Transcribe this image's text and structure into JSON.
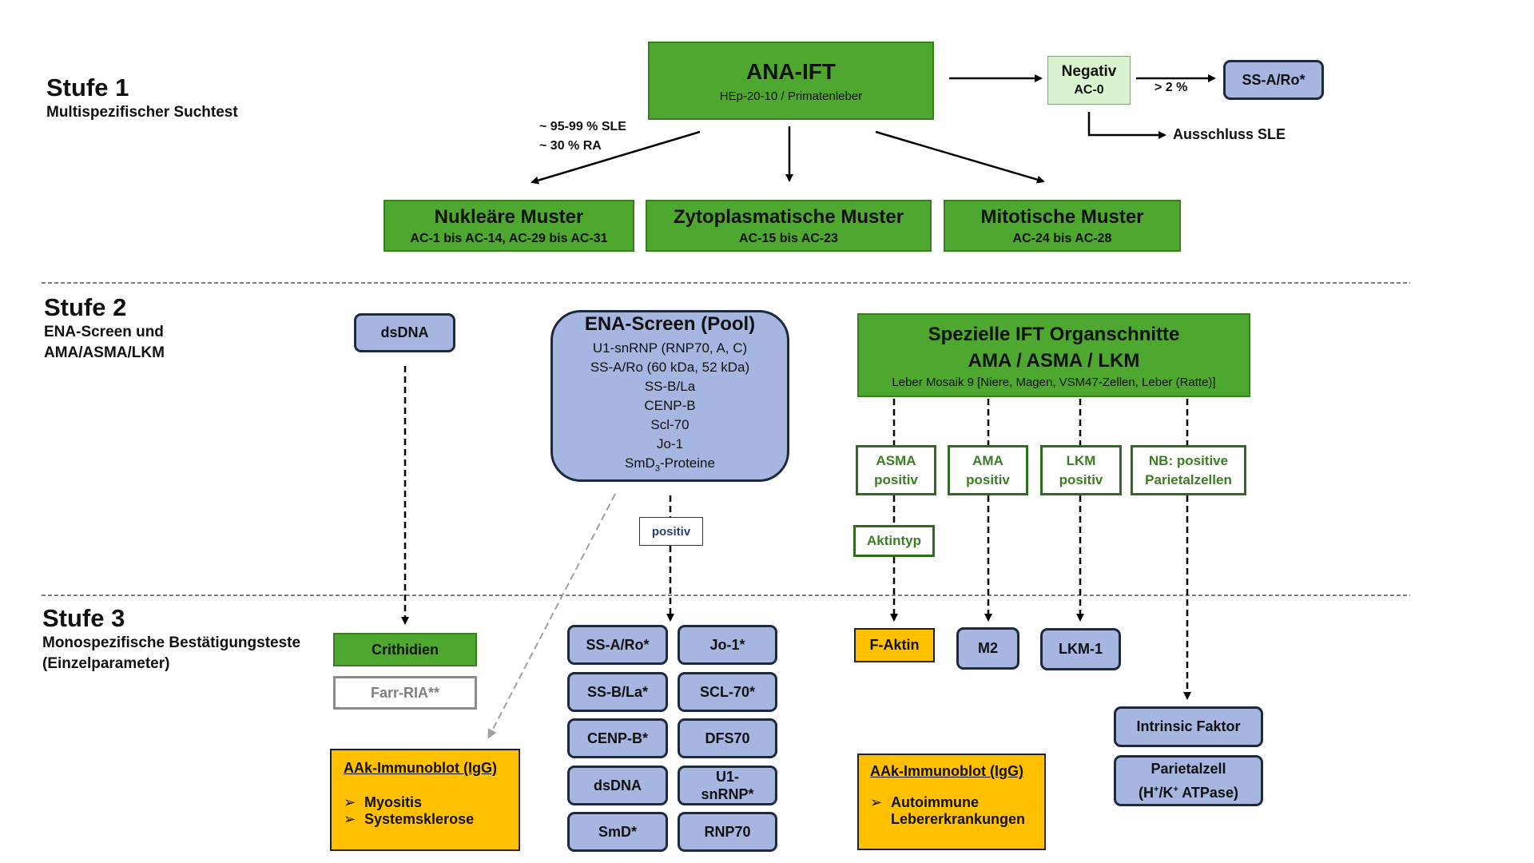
{
  "stufe1": {
    "title": "Stufe 1",
    "subtitle": "Multispezifischer Suchtest"
  },
  "stufe2": {
    "title": "Stufe 2",
    "subtitle_line1": "ENA-Screen und",
    "subtitle_line2": "AMA/ASMA/LKM"
  },
  "stufe3": {
    "title": "Stufe 3",
    "subtitle_line1": "Monospezifische Bestätigungsteste",
    "subtitle_line2": "(Einzelparameter)"
  },
  "ana": {
    "title": "ANA-IFT",
    "subtitle": "HEp-20-10 / Primatenleber"
  },
  "negativ": {
    "title": "Negativ",
    "code": "AC-0"
  },
  "threshold_label": "> 2 %",
  "ssa_top": "SS-A/Ro*",
  "ausschluss": "Ausschluss SLE",
  "prevalence": {
    "line1": "~ 95-99 % SLE",
    "line2": "~ 30 % RA"
  },
  "muster": [
    {
      "title": "Nukleäre Muster",
      "codes": "AC-1 bis AC-14, AC-29 bis AC-31"
    },
    {
      "title": "Zytoplasmatische Muster",
      "codes": "AC-15 bis AC-23"
    },
    {
      "title": "Mitotische Muster",
      "codes": "AC-24 bis AC-28"
    }
  ],
  "dsdna_s2": "dsDNA",
  "ena": {
    "title": "ENA-Screen (Pool)",
    "items": [
      "U1-snRNP (RNP70, A, C)",
      "SS-A/Ro (60 kDa, 52 kDa)",
      "SS-B/La",
      "CENP-B",
      "Scl-70",
      "Jo-1"
    ],
    "last_prefix": "SmD",
    "last_sub": "3",
    "last_suffix": "-Proteine"
  },
  "positiv_label": "positiv",
  "spezielle": {
    "line1": "Spezielle IFT Organschnitte",
    "line2": "AMA / ASMA / LKM",
    "sub": "Leber Mosaik 9 [Niere, Magen, VSM47-Zellen, Leber (Ratte)]"
  },
  "positives": [
    {
      "l1": "ASMA",
      "l2": "positiv"
    },
    {
      "l1": "AMA",
      "l2": "positiv"
    },
    {
      "l1": "LKM",
      "l2": "positiv"
    },
    {
      "l1": "NB: positive",
      "l2": "Parietalzellen"
    }
  ],
  "aktintyp": "Aktintyp",
  "crithidien": "Crithidien",
  "farr": "Farr-RIA**",
  "grid": [
    [
      "SS-A/Ro*",
      "Jo-1*"
    ],
    [
      "SS-B/La*",
      "SCL-70*"
    ],
    [
      "CENP-B*",
      "DFS70"
    ],
    [
      "dsDNA",
      "U1-snRNP*"
    ],
    [
      "SmD*",
      "RNP70"
    ]
  ],
  "u1_split": {
    "l1": "U1-",
    "l2": "snRNP*"
  },
  "aak1": {
    "head": "AAk-Immunoblot (IgG)",
    "items": [
      "Myositis",
      "Systemsklerose"
    ]
  },
  "aak2": {
    "head": "AAk-Immunoblot (IgG)",
    "item_l1": "Autoimmune",
    "item_l2": "Lebererkrankungen"
  },
  "f_aktin": "F-Aktin",
  "m2": "M2",
  "lkm1": "LKM-1",
  "intrinsic": "Intrinsic Faktor",
  "parietal": {
    "l1": "Parietalzell",
    "l2_pre": "(H",
    "l2_mid": "/K",
    "l2_post": " ATPase)",
    "sup": "+"
  },
  "bullet_glyph": "➢",
  "colors": {
    "green": "#4ea72e",
    "blue": "#a6b6e0",
    "yellow": "#ffc000",
    "lightgreen": "#d9f2d0",
    "dark_green_text": "#3a7d22"
  }
}
